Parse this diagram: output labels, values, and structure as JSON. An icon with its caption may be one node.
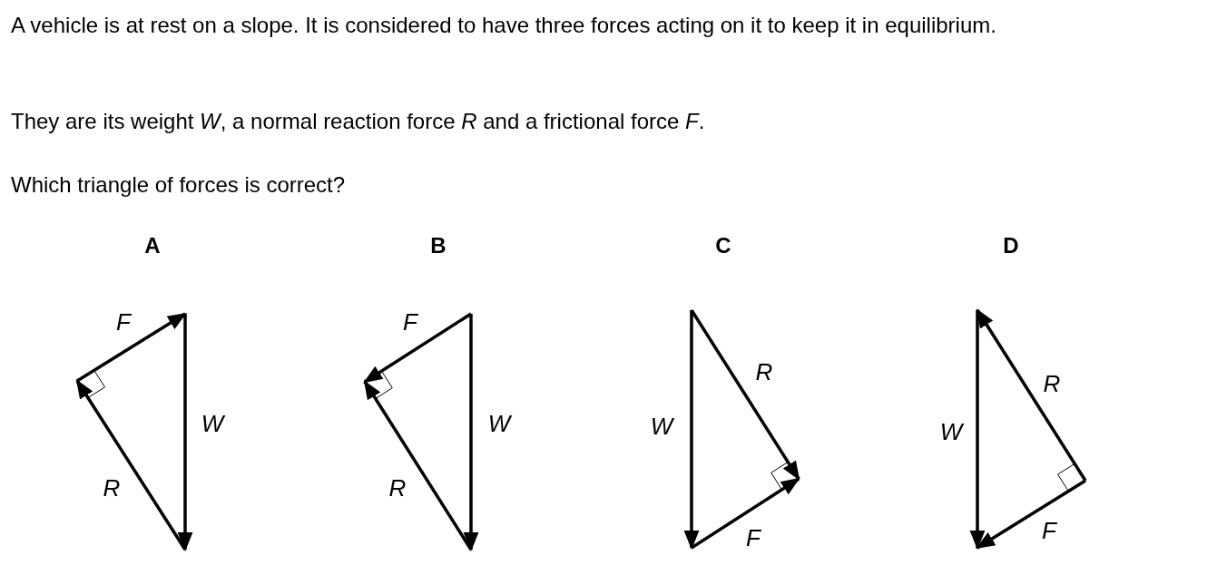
{
  "diagram": {
    "labels": [
      "A vehicle is at rest on a slope. It is considered to have three forces acting on it to keep it in equilibrium.",
      "They are its weight *W*, a normal reaction force *R* and a frictional force *F*.",
      "Which triangle of forces is correct?",
      "A",
      "F",
      "W",
      "R",
      "B",
      "F",
      "W",
      "R",
      "C",
      "R",
      "W",
      "F",
      "D",
      "R",
      "W",
      "F"
    ]
  }
}
